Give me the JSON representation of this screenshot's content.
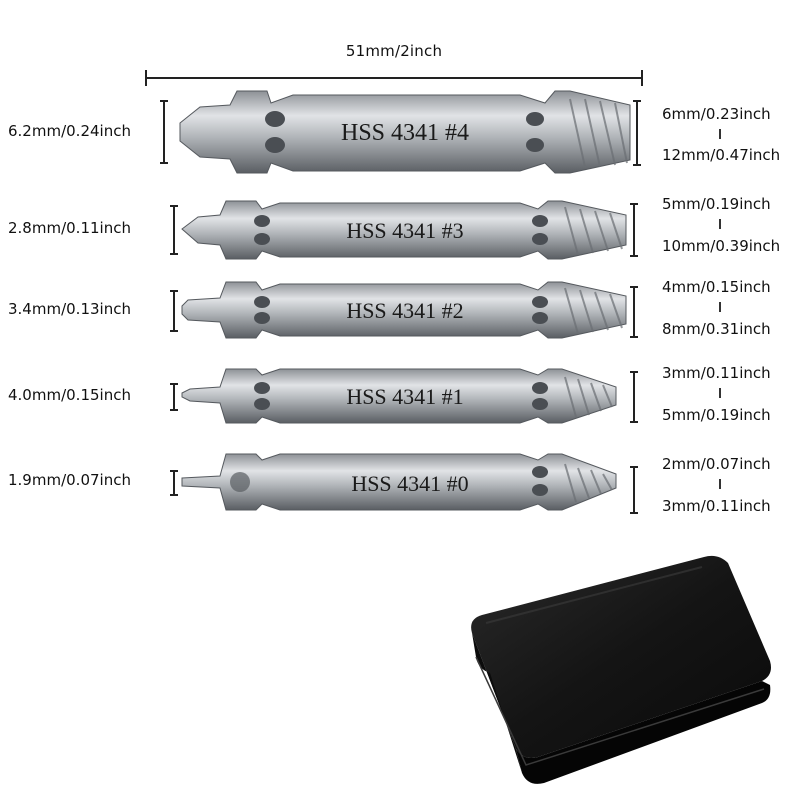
{
  "overall_length_label": "51mm/2inch",
  "bits": [
    {
      "code": "HSS 4341 #4",
      "tip_size": "6.2mm/0.24inch",
      "extractor_min": "6mm/0.23inch",
      "extractor_max": "12mm/0.47inch"
    },
    {
      "code": "HSS 4341 #3",
      "tip_size": "2.8mm/0.11inch",
      "extractor_min": "5mm/0.19inch",
      "extractor_max": "10mm/0.39inch"
    },
    {
      "code": "HSS 4341 #2",
      "tip_size": "3.4mm/0.13inch",
      "extractor_min": "4mm/0.15inch",
      "extractor_max": "8mm/0.31inch"
    },
    {
      "code": "HSS 4341 #1",
      "tip_size": "4.0mm/0.15inch",
      "extractor_min": "3mm/0.11inch",
      "extractor_max": "5mm/0.19inch"
    },
    {
      "code": "HSS 4341 #0",
      "tip_size": "1.9mm/0.07inch",
      "extractor_min": "2mm/0.07inch",
      "extractor_max": "3mm/0.11inch"
    }
  ],
  "colors": {
    "steel_light": "#d6d8db",
    "steel_mid": "#9da1a6",
    "steel_dark": "#5f6368",
    "case": "#111111"
  }
}
